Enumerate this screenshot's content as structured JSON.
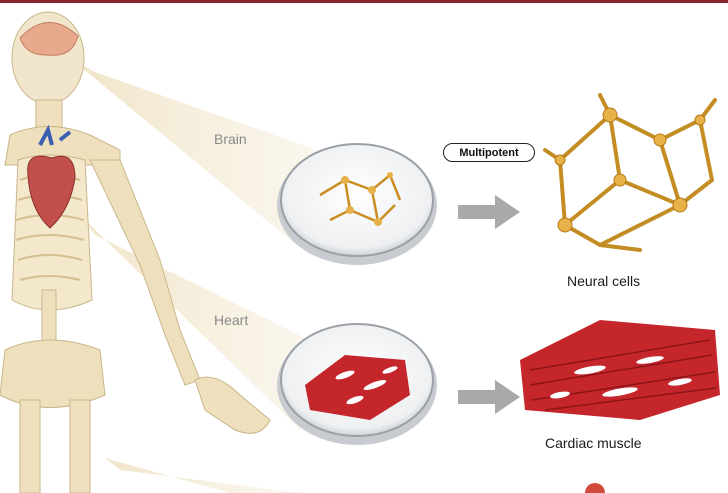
{
  "labels": {
    "brain": "Brain",
    "heart": "Heart",
    "potency": "Multipotent",
    "neural": "Neural cells",
    "cardiac": "Cardiac muscle"
  },
  "colors": {
    "top_rule": "#8a2430",
    "skeleton": "#efe0bd",
    "beam": "#f4ead3",
    "neural_fill": "#d9a53a",
    "muscle": "#c4262b",
    "arrow": "#a9a9a9"
  }
}
